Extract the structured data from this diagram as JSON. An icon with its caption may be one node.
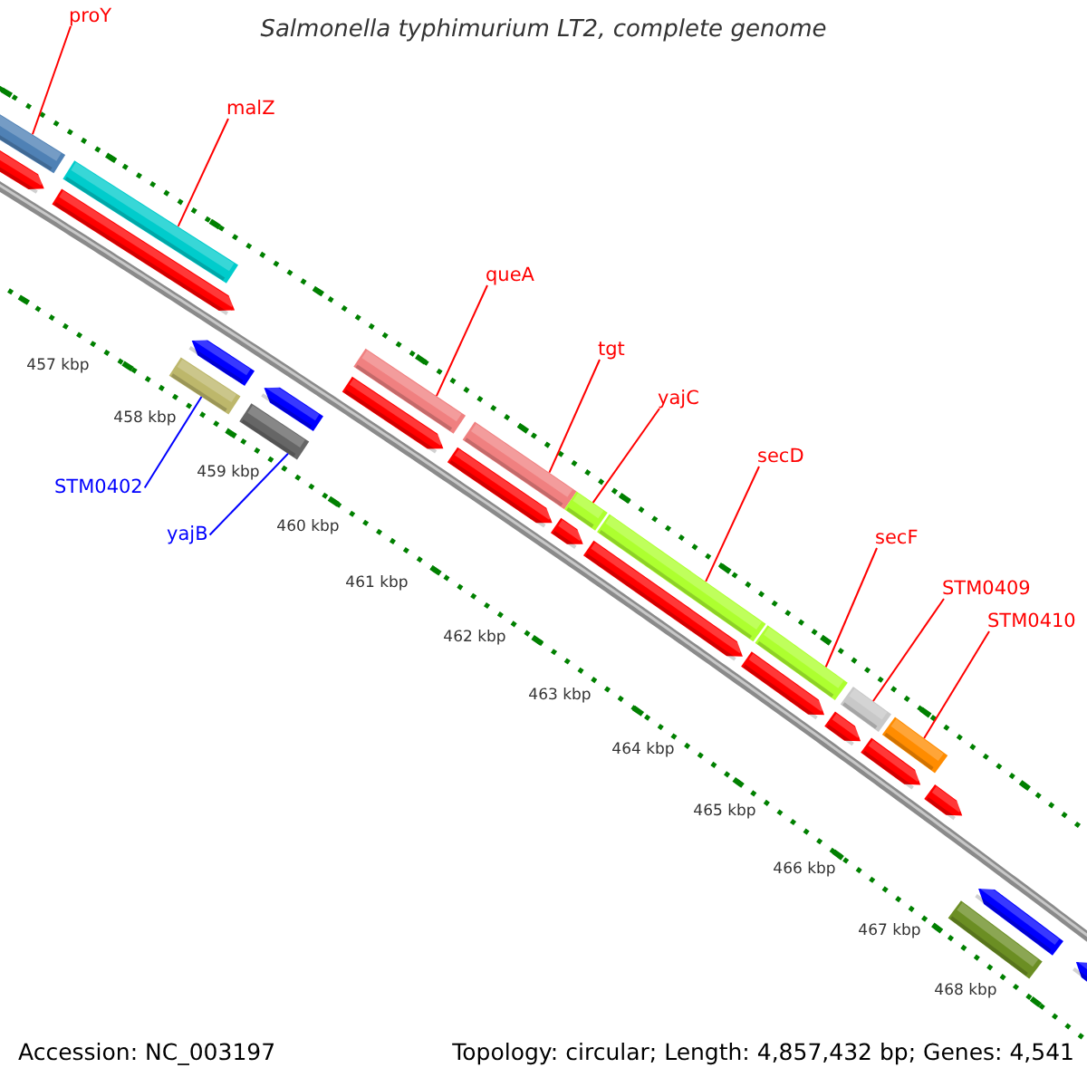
{
  "diagram": {
    "title": "Salmonella typhimurium LT2, complete genome",
    "nodes": [
      {
        "text": [
          "proY"
        ]
      },
      {
        "text": [
          "malZ"
        ]
      },
      {
        "text": [
          "queA"
        ]
      },
      {
        "text": [
          "tgt"
        ]
      },
      {
        "text": [
          "yajC"
        ]
      },
      {
        "text": [
          "secD"
        ]
      },
      {
        "text": [
          "secF"
        ]
      },
      {
        "text": [
          "STM0409"
        ]
      },
      {
        "text": [
          "STM0410"
        ]
      },
      {
        "text": [
          "STM0402"
        ]
      },
      {
        "text": [
          "yajB"
        ]
      },
      {
        "text": [],
        "shape": "bar"
      },
      {
        "text": [],
        "shape": "bar"
      },
      {
        "text": [],
        "shape": "bar"
      },
      {
        "text": [],
        "shape": "bar"
      },
      {
        "text": [],
        "shape": "bar"
      },
      {
        "text": [],
        "shape": "bar"
      },
      {
        "text": [],
        "shape": "bar"
      },
      {
        "text": [],
        "shape": "bar"
      },
      {
        "text": [],
        "shape": "bar"
      },
      {
        "text": [],
        "shape": "bar"
      },
      {
        "text": [],
        "shape": "bar"
      }
    ],
    "edges": [
      {
        "from": 0,
        "to": 11,
        "arrow": "none"
      },
      {
        "from": 1,
        "to": 12,
        "arrow": "none"
      },
      {
        "from": 2,
        "to": 15,
        "arrow": "none"
      },
      {
        "from": 3,
        "to": 16,
        "arrow": "none"
      },
      {
        "from": 4,
        "to": 17,
        "arrow": "none"
      },
      {
        "from": 5,
        "to": 18,
        "arrow": "none"
      },
      {
        "from": 6,
        "to": 19,
        "arrow": "none"
      },
      {
        "from": 7,
        "to": 20,
        "arrow": "none"
      },
      {
        "from": 8,
        "to": 21,
        "arrow": "none"
      },
      {
        "from": 9,
        "to": 13,
        "arrow": "none",
        "color": "#0000ff"
      },
      {
        "from": 10,
        "to": 14,
        "arrow": "none",
        "color": "#0000ff"
      }
    ],
    "labels": [
      "457 kbp",
      "458 kbp",
      "459 kbp",
      "460 kbp",
      "461 kbp",
      "462 kbp",
      "463 kbp",
      "464 kbp",
      "465 kbp",
      "466 kbp",
      "467 kbp",
      "468 kbp",
      "Accession: NC_003197",
      "Topology: circular; Length: 4,857,432 bp; Genes: 4,541"
    ]
  }
}
